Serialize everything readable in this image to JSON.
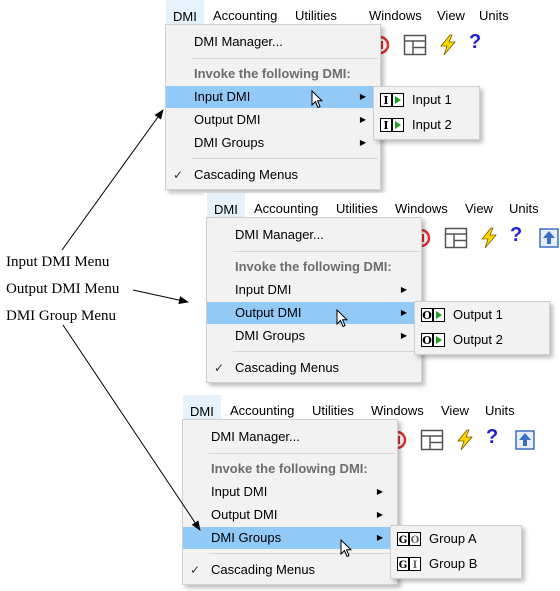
{
  "menubar": {
    "items": [
      "DMI",
      "Accounting",
      "Utilities",
      "Windows",
      "View",
      "Units"
    ]
  },
  "dmi_menu": {
    "manager": "DMI Manager...",
    "header": "Invoke the following DMI:",
    "input": "Input DMI",
    "output": "Output DMI",
    "groups": "DMI Groups",
    "cascading": "Cascading Menus",
    "check_mark": "✓",
    "submenu_arrow": "▶"
  },
  "toolbar": {
    "help_glyph": "?",
    "icons": [
      "stop-icon",
      "layout-icon",
      "lightning-icon",
      "help-icon"
    ]
  },
  "submenus": {
    "input": [
      "Input 1",
      "Input 2"
    ],
    "output": [
      "Output 1",
      "Output 2"
    ],
    "groups": [
      "Group A",
      "Group B"
    ]
  },
  "submenu_icon_letters": {
    "input": [
      "I",
      "I"
    ],
    "output": [
      "O",
      "O"
    ],
    "groups": [
      [
        "G",
        "O"
      ],
      [
        "G",
        "I"
      ]
    ]
  },
  "annotations": {
    "input": "Input DMI Menu",
    "output": "Output DMI Menu",
    "groups": "DMI Group Menu"
  },
  "colors": {
    "highlight": "#91c9f7",
    "menubar_active": "#e5f1fb",
    "menu_bg": "#f2f2f2",
    "help_blue": "#1f1fd8",
    "lightning": "#ffd700",
    "stop_red": "#e03030",
    "play_green": "#1aa31a"
  }
}
